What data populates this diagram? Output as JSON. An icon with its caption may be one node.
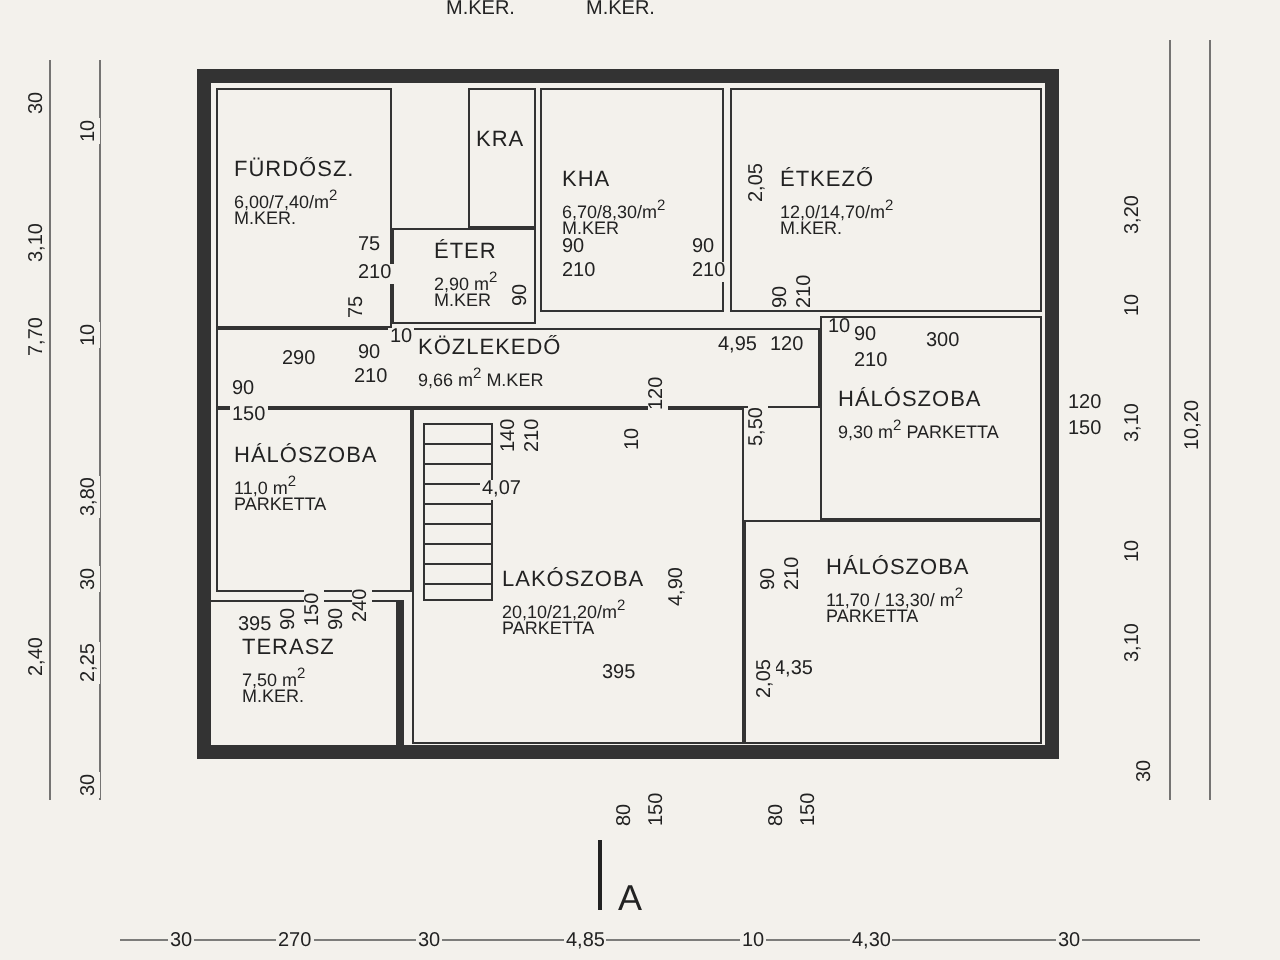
{
  "diagram": {
    "nodes": [
      {
        "text": [
          "FÜRDŐSZ.",
          "6,00/7,40/m$^{2}$",
          "M.KER."
        ]
      },
      {
        "text": [
          "KRA"
        ]
      },
      {
        "text": [
          "KHA",
          "6,70/8,30/m$^{2}$",
          "M.KER"
        ]
      },
      {
        "text": [
          "ÉTKEZŐ",
          "12,0/14,70/m$^{2}$",
          "M.KER."
        ]
      },
      {
        "text": [
          "ÉTER",
          "2,90 m$^{2}$",
          "M.KER"
        ]
      },
      {
        "text": [
          "KÖZLEKEDŐ",
          "9,66 m$^{2}$ M.KER"
        ]
      },
      {
        "text": [
          "HÁLÓSZOBA",
          "11,0 m$^{2}$",
          "PARKETTA"
        ]
      },
      {
        "text": [
          "HÁLÓSZOBA",
          "9,30 m$^{2}$ PARKETTA"
        ]
      },
      {
        "text": [
          "LAKÓSZOBA",
          "20,10/21,20/m$^{2}$",
          "PARKETTA"
        ]
      },
      {
        "text": [
          "HÁLÓSZOBA",
          "11,70 / 13,30/ m$^{2}$",
          "PARKETTA"
        ]
      },
      {
        "text": [
          "TERASZ",
          "7,50 m$^{2}$",
          "M.KER."
        ]
      }
    ],
    "labels": [
      "M.KER.",
      "M.KER.",
      "30",
      "10",
      "3,10",
      "7,70",
      "10",
      "3,80",
      "30",
      "2,40",
      "2,25",
      "30",
      "75",
      "210",
      "75",
      "90",
      "90",
      "210",
      "90",
      "210",
      "2,05",
      "90",
      "210",
      "290",
      "90",
      "210",
      "10",
      "4,95",
      "120",
      "10",
      "90",
      "210",
      "300",
      "90",
      "150",
      "120",
      "150",
      "3,20",
      "10",
      "3,10",
      "10,20",
      "10",
      "3,10",
      "30",
      "140",
      "210",
      "4,07",
      "10",
      "120",
      "5,50",
      "4,90",
      "395",
      "4,35",
      "90",
      "210",
      "2,05",
      "395",
      "90",
      "150",
      "90",
      "240",
      "80",
      "150",
      "80",
      "150",
      "A",
      "30",
      "270",
      "30",
      "4,85",
      "10",
      "4,30",
      "30"
    ]
  }
}
